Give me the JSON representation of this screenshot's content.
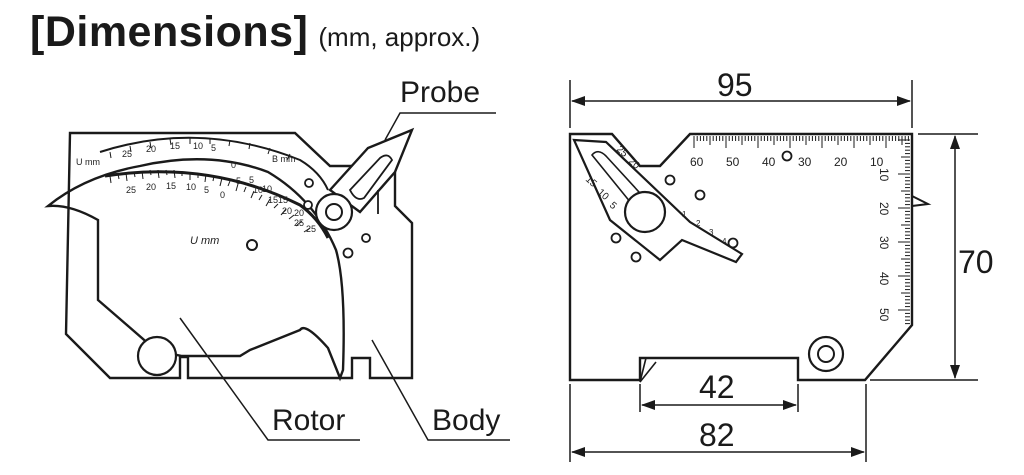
{
  "title": {
    "main": "[Dimensions]",
    "unit_note": "(mm, approx.)"
  },
  "labels": {
    "probe": "Probe",
    "rotor": "Rotor",
    "body": "Body"
  },
  "dimensions": {
    "width": "95",
    "height": "70",
    "slot": "42",
    "base": "82"
  },
  "left_gauge": {
    "u_mm": "U  mm",
    "b_mm": "B  mm",
    "u_mm_center": "U  mm",
    "outer_scale": [
      "25",
      "20",
      "15",
      "10",
      "5",
      "0",
      "5",
      "10",
      "15",
      "20",
      "25"
    ],
    "inner_scale": [
      "25",
      "20",
      "15",
      "10",
      "5",
      "0",
      "5",
      "10",
      "15",
      "20",
      "25"
    ]
  },
  "right_gauge": {
    "top_scale": [
      "60",
      "50",
      "40",
      "30",
      "20",
      "10"
    ],
    "side_scale": [
      "10",
      "20",
      "30",
      "40",
      "50"
    ],
    "probe_scale": [
      "25",
      "20",
      "15",
      "10",
      "5"
    ],
    "probe_tip_scale": [
      "1",
      "2",
      "3",
      "4"
    ]
  }
}
